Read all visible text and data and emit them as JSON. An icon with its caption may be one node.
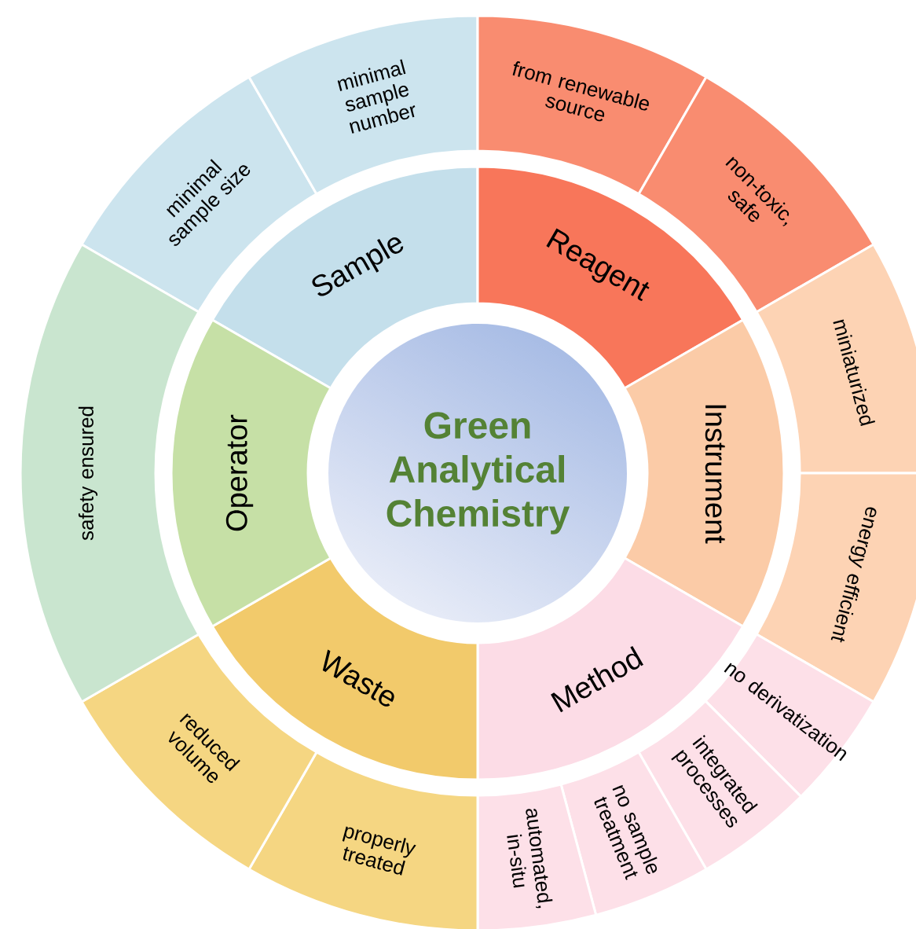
{
  "diagram": {
    "nodes": [
      {
        "text": [
          "Green Analytical Chemistry"
        ]
      },
      {
        "text": [
          "Sample"
        ]
      },
      {
        "text": [
          "Reagent"
        ]
      },
      {
        "text": [
          "Instrument"
        ]
      },
      {
        "text": [
          "Method"
        ]
      },
      {
        "text": [
          "Waste"
        ]
      },
      {
        "text": [
          "Operator"
        ]
      },
      {
        "text": [
          "minimal sample size"
        ]
      },
      {
        "text": [
          "minimal sample number"
        ]
      },
      {
        "text": [
          "from renewable source"
        ]
      },
      {
        "text": [
          "non-toxic, safe"
        ]
      },
      {
        "text": [
          "miniaturized"
        ]
      },
      {
        "text": [
          "energy efficient"
        ]
      },
      {
        "text": [
          "no derivatization"
        ]
      },
      {
        "text": [
          "integrated processes"
        ]
      },
      {
        "text": [
          "no sample treatment"
        ]
      },
      {
        "text": [
          "automated, in-situ"
        ]
      },
      {
        "text": [
          "properly treated"
        ]
      },
      {
        "text": [
          "reduced volume"
        ]
      },
      {
        "text": [
          "safety ensured"
        ]
      }
    ]
  }
}
